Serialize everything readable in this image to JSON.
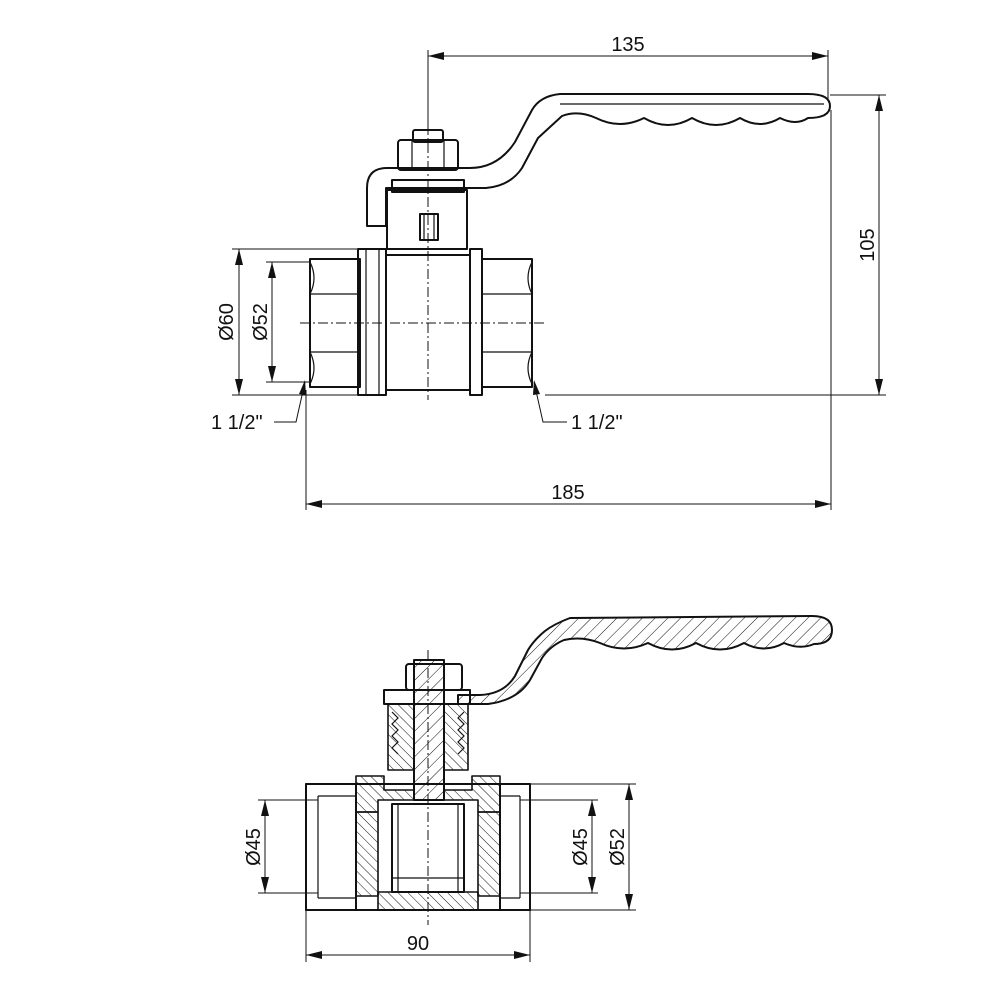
{
  "top_view": {
    "dim_handle_length": "135",
    "dim_height": "105",
    "dim_outer_diameter": "Ø60",
    "dim_thread_diameter": "Ø52",
    "dim_overall_length": "185",
    "thread_left": "1 1/2\"",
    "thread_right": "1 1/2\""
  },
  "section_view": {
    "dim_bore_left": "Ø45",
    "dim_bore_right": "Ø45",
    "dim_outer_right": "Ø52",
    "dim_body_length": "90"
  },
  "colors": {
    "line": "#111111",
    "background": "#ffffff"
  }
}
